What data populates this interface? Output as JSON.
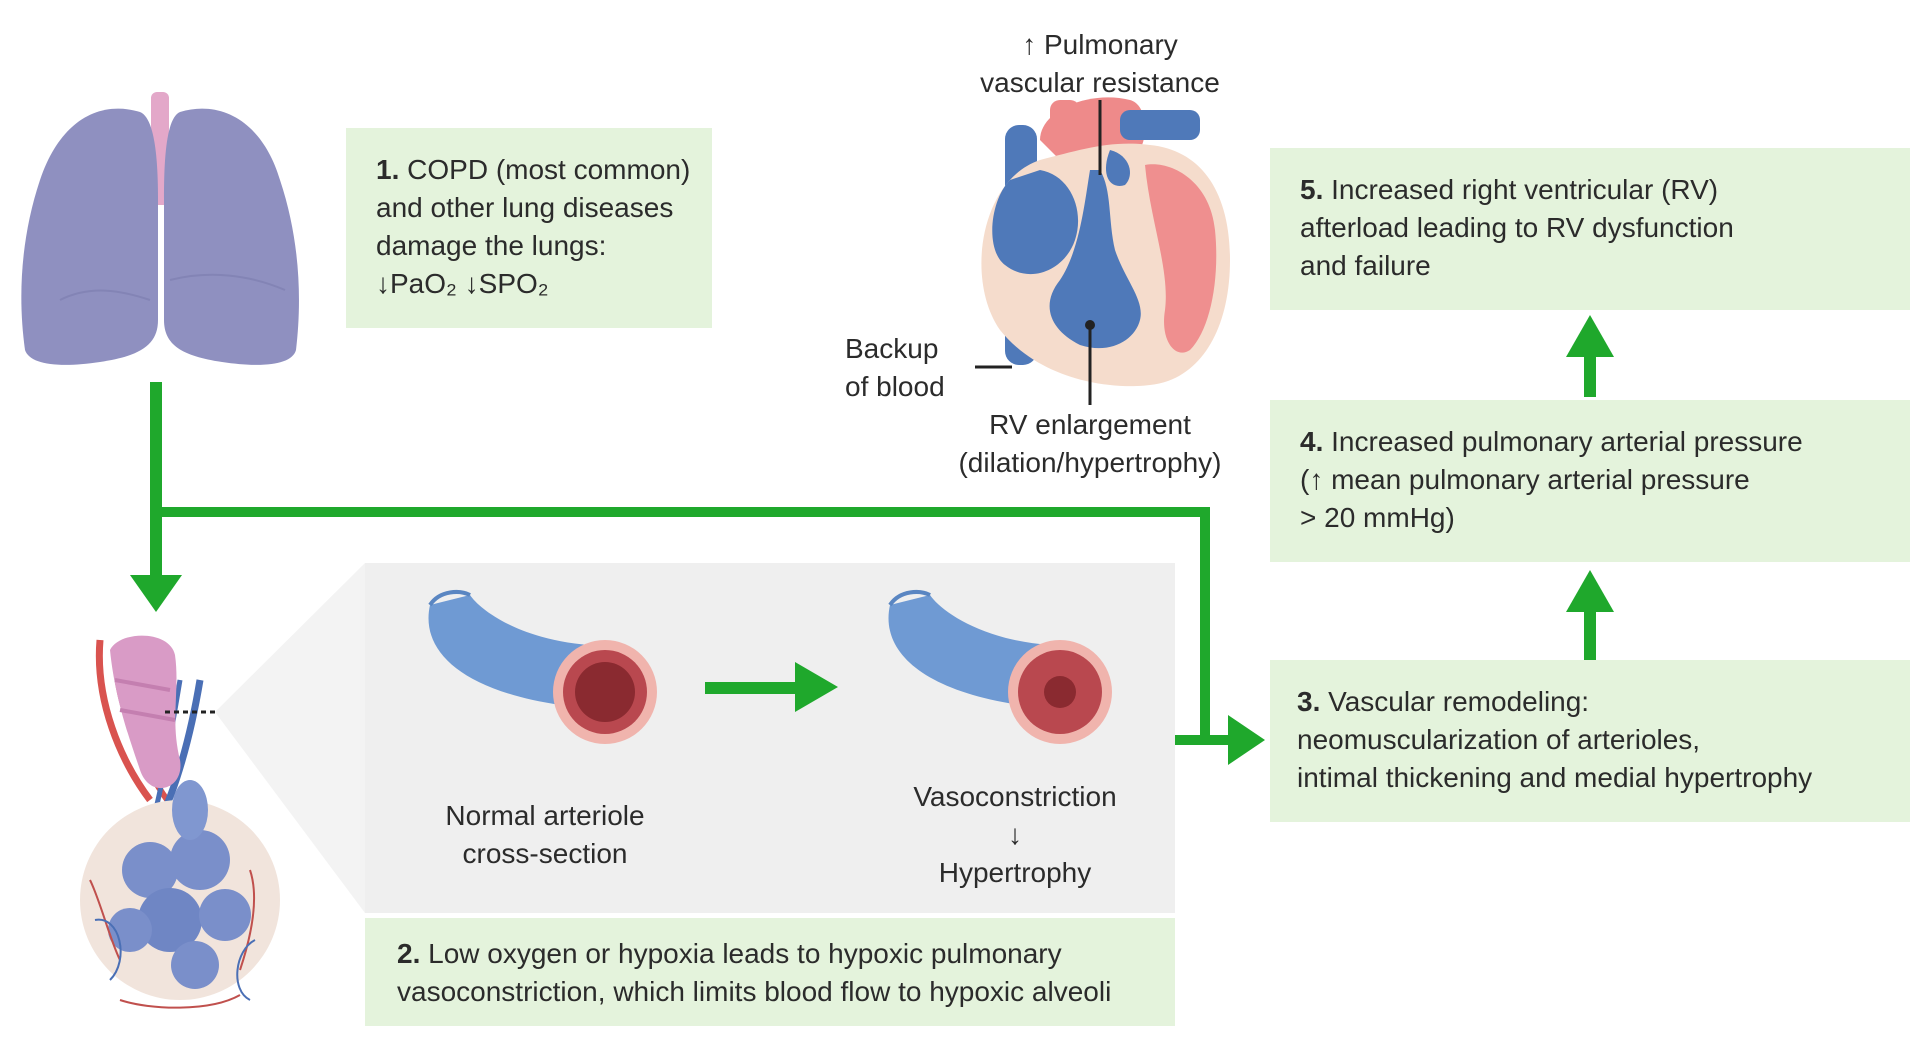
{
  "steps": {
    "s1": {
      "num": "1.",
      "l1": "COPD (most common)",
      "l2": "and other lung diseases",
      "l3": "damage the lungs:",
      "l4": "↓PaO₂ ↓SPO₂"
    },
    "s2": {
      "num": "2.",
      "l1": "Low oxygen or hypoxia leads to hypoxic pulmonary",
      "l2": "vasoconstriction, which limits blood flow to hypoxic alveoli"
    },
    "s3": {
      "num": "3.",
      "l1": "Vascular remodeling:",
      "l2": "neomuscularization of arterioles,",
      "l3": "intimal thickening and medial hypertrophy"
    },
    "s4": {
      "num": "4.",
      "l1": "Increased pulmonary arterial pressure",
      "l2": "(↑ mean pulmonary arterial pressure",
      "l3": "> 20 mmHg)"
    },
    "s5": {
      "num": "5.",
      "l1": "Increased right ventricular (RV)",
      "l2": "afterload leading to RV dysfunction",
      "l3": "and failure"
    }
  },
  "heart_labels": {
    "pvr_l1": "↑ Pulmonary",
    "pvr_l2": "vascular resistance",
    "backup_l1": "Backup",
    "backup_l2": "of blood",
    "rv_l1": "RV enlargement",
    "rv_l2": "(dilation/hypertrophy)"
  },
  "arteriole_labels": {
    "normal_l1": "Normal arteriole",
    "normal_l2": "cross-section",
    "vaso_l1": "Vasoconstriction",
    "vaso_arrow": "↓",
    "vaso_l2": "Hypertrophy"
  },
  "colors": {
    "arrow": "#1fa82c",
    "box": "#e4f3dc",
    "panel": "#efefef"
  }
}
